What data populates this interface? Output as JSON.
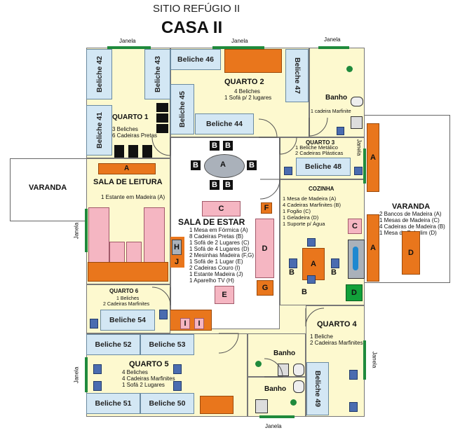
{
  "header": {
    "subtitle": "SITIO REFÚGIO II",
    "title": "CASA II"
  },
  "windows": {
    "label": "Janela"
  },
  "verandas": {
    "left": "VARANDA",
    "right": "VARANDA",
    "right_items": [
      "2 Bancos de Madeira (A)",
      "1 Mesas de Madeira (C)",
      "4 Cadeiras de Madeira (B)",
      "1 Mesa de Pebolim (D)"
    ]
  },
  "quarto1": {
    "name": "QUARTO 1",
    "items": [
      "3 Beliches",
      "6 Cadeiras Pretas"
    ]
  },
  "quarto2": {
    "name": "QUARTO 2",
    "items": [
      "4 Beliches",
      "1 Sofá p/ 2 lugares"
    ]
  },
  "quarto3": {
    "name": "QUARTO 3",
    "items": [
      "1 Beliche Metálico",
      "2 Cadeiras Plásticas"
    ]
  },
  "quarto4": {
    "name": "QUARTO 4",
    "items": [
      "1 Beliche",
      "2 Cadeiras Marfinites"
    ]
  },
  "quarto5": {
    "name": "QUARTO 5",
    "items": [
      "4 Beliches",
      "4 Cadeiras Marfinites",
      "1 Sofá 2 Lugares"
    ]
  },
  "quarto6": {
    "name": "QUARTO 6",
    "items": [
      "1 Beliches",
      "2 Cadeiras Marfinites"
    ]
  },
  "banho_top": {
    "name": "Banho",
    "items": [
      "1 cadeira Marfinite"
    ]
  },
  "banho_mid": {
    "name": "Banho"
  },
  "banho_low": {
    "name": "Banho"
  },
  "sala_leitura": {
    "name": "SALA DE LEITURA",
    "items": [
      "1 Estante em Madeira (A)"
    ]
  },
  "sala_estar": {
    "name": "SALA DE ESTAR",
    "items": [
      "1 Mesa em Fórmica (A)",
      "8 Cadeiras Pretas (B)",
      "1 Sofá de 2 Lugares (C)",
      "1 Sofá de 4 Lugares (D)",
      "2 Mesinhas Madeira (F,G)",
      "1 Sofá de 1 Lugar (E)",
      "2 Cadeiras Couro (I)",
      "1 Estante Madeira (J)",
      "1 Aparelho TV (H)"
    ]
  },
  "cozinha": {
    "name": "COZINHA",
    "items": [
      "1 Mesa de Madeira (A)",
      "4 Cadeiras Marfinites (B)",
      "1 Fogão (C)",
      "1 Geladeira (D)",
      "1 Suporte p/ Água"
    ]
  },
  "beliches": {
    "b42": "Beliche 42",
    "b43": "Beliche 43",
    "b41": "Beliche 41",
    "b46": "Beliche 46",
    "b45": "Beliche 45",
    "b44": "Beliche 44",
    "b47": "Beliche 47",
    "b48": "Beliche 48",
    "b54": "Beliche 54",
    "b52": "Beliche 52",
    "b53": "Beliche 53",
    "b51": "Beliche 51",
    "b50": "Beliche 50",
    "b49": "Beliche 49"
  },
  "letters": {
    "A": "A",
    "B": "B",
    "C": "C",
    "D": "D",
    "E": "E",
    "F": "F",
    "G": "G",
    "H": "H",
    "I": "I",
    "J": "J"
  }
}
